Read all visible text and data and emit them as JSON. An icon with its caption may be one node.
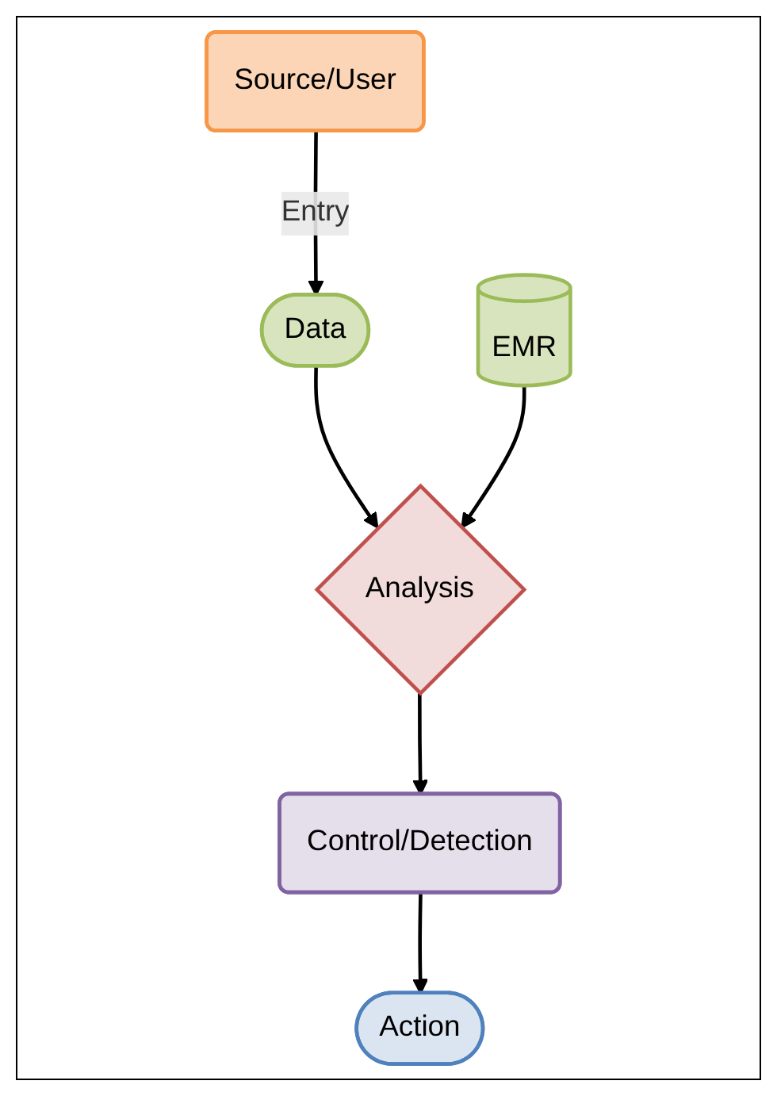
{
  "diagram": {
    "nodes": [
      {
        "text": [
          "Source/User"
        ]
      },
      {
        "text": [
          "Data"
        ]
      },
      {
        "text": [
          "EMR"
        ]
      },
      {
        "text": [
          "Analysis"
        ]
      },
      {
        "text": [
          "Control/Detection"
        ]
      },
      {
        "text": [
          "Action"
        ]
      }
    ],
    "edges": [
      {
        "from": 0,
        "to": 1,
        "arrow": "to",
        "label": "Entry"
      },
      {
        "from": 1,
        "to": 3,
        "arrow": "to"
      },
      {
        "from": 2,
        "to": 3,
        "arrow": "to"
      },
      {
        "from": 3,
        "to": 4,
        "arrow": "to"
      },
      {
        "from": 4,
        "to": 5,
        "arrow": "to"
      }
    ]
  }
}
